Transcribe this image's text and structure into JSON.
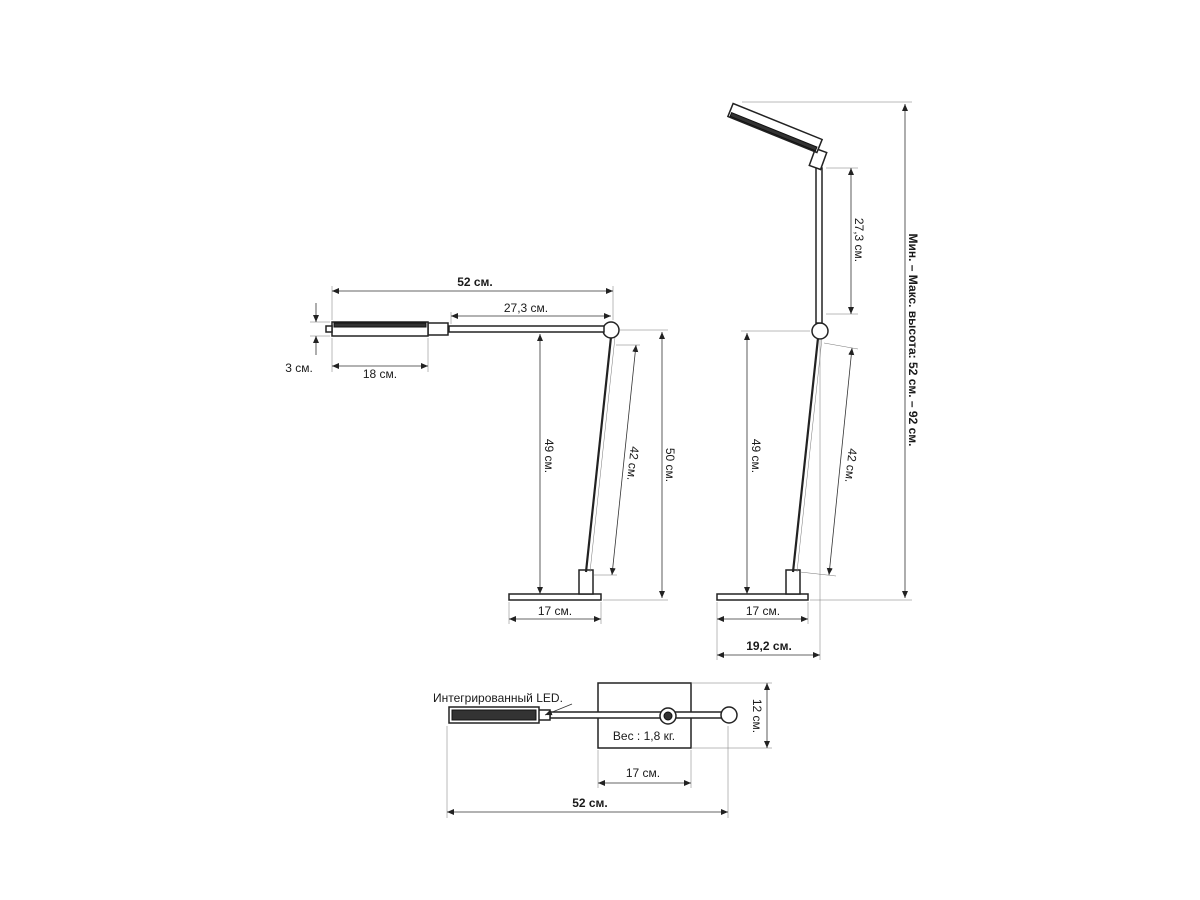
{
  "colors": {
    "line": "#222222",
    "text": "#1a1a1a",
    "background": "#ffffff"
  },
  "side_view": {
    "total_width": "52 см.",
    "arm_length": "27,3 см.",
    "head_thickness": "3 см.",
    "head_length": "18 см.",
    "arm_height": "49 см.",
    "pole_length": "42 см.",
    "total_height": "50 см.",
    "base_width": "17 см."
  },
  "upright_view": {
    "upper_arm": "27,3 см.",
    "pivot_height": "49 см.",
    "pole_length": "42 см.",
    "base_width": "17 см.",
    "overall_base": "19,2 см.",
    "height_range": "Мин. – Макс. высота: 52 см. – 92 см."
  },
  "top_view": {
    "led_label": "Интегрированный LED.",
    "weight": "Вес : 1,8 кг.",
    "base_depth": "12 см.",
    "base_width": "17 см.",
    "total_length": "52 см."
  }
}
